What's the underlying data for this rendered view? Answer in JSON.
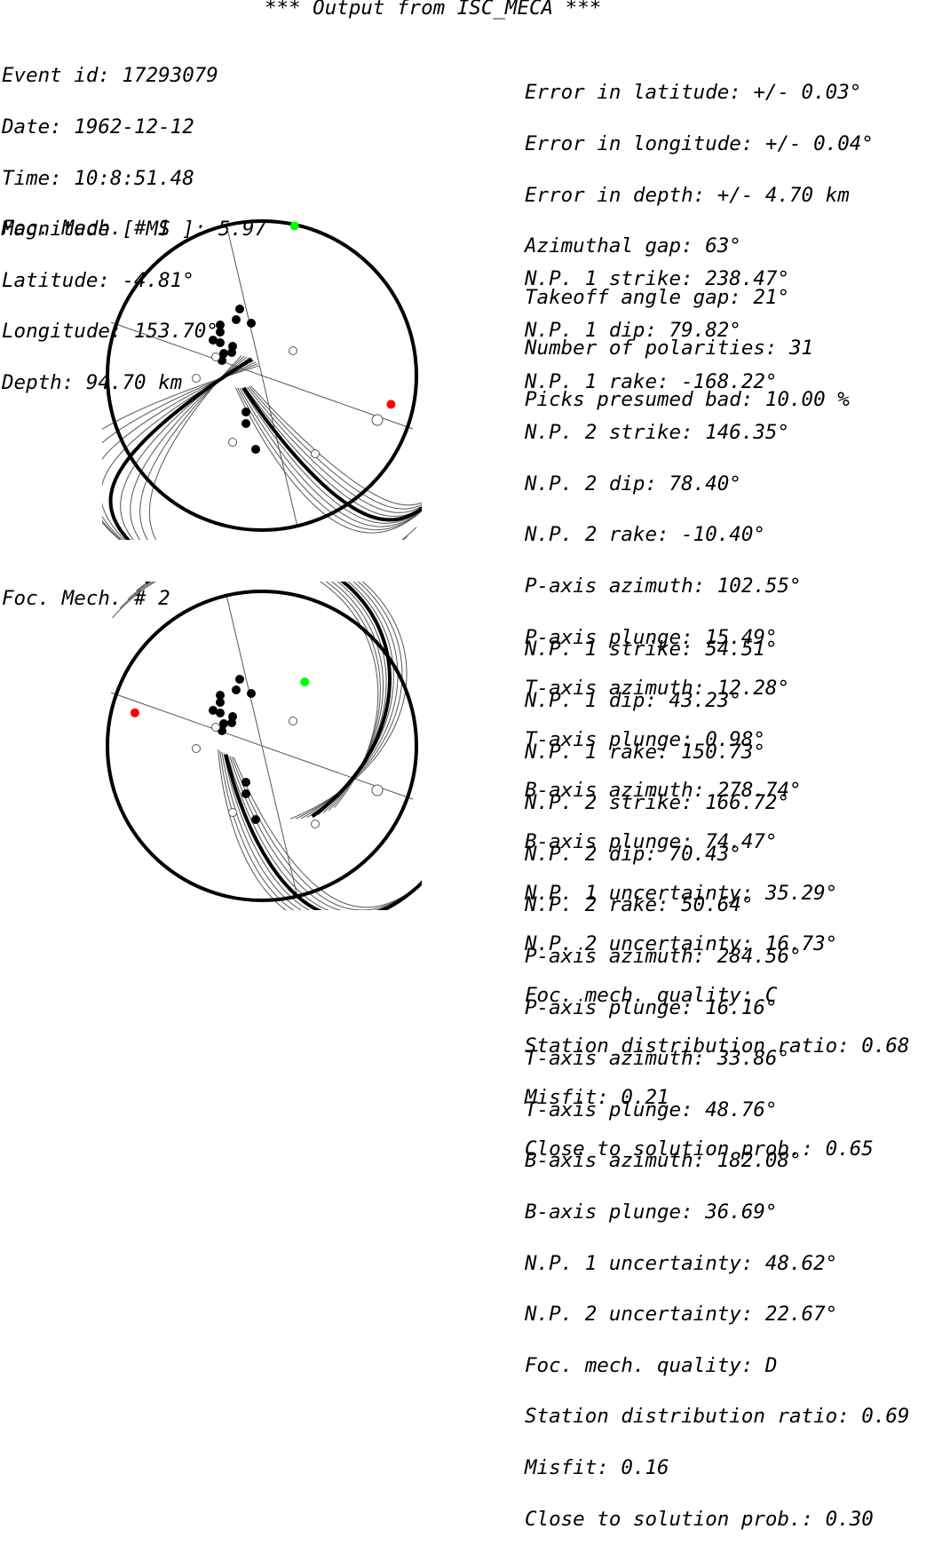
{
  "title": "*** Output from ISC_MECA ***",
  "event": [
    "Event id: 17293079",
    "Date: 1962-12-12",
    "Time: 10:8:51.48",
    "Magnitude [ MS ]: 5.97",
    "Latitude: -4.81°",
    "Longitude: 153.70°",
    "Depth: 94.70 km"
  ],
  "errors": [
    "Error in latitude: +/- 0.03°",
    "Error in longitude: +/- 0.04°",
    "Error in depth: +/- 4.70 km",
    "Azimuthal gap: 63°",
    "Takeoff angle gap: 21°",
    "Number of polarities: 31",
    "Picks presumed bad: 10.00 %"
  ],
  "mechanisms": [
    {
      "label": "Foc. Mech. # 1",
      "params": [
        "N.P. 1 strike: 238.47°",
        "N.P. 1 dip: 79.82°",
        "N.P. 1 rake: -168.22°",
        "N.P. 2 strike: 146.35°",
        "N.P. 2 dip: 78.40°",
        "N.P. 2 rake: -10.40°",
        "P-axis azimuth: 102.55°",
        "P-axis plunge: 15.49°",
        "T-axis azimuth: 12.28°",
        "T-axis plunge: 0.98°",
        "B-axis azimuth: 278.74°",
        "B-axis plunge: 74.47°",
        "N.P. 1 uncertainty: 35.29°",
        "N.P. 2 uncertainty: 16.73°",
        "Foc. mech. quality: C",
        "Station distribution ratio: 0.68",
        "Misfit: 0.21",
        "Close to solution prob.: 0.65"
      ],
      "np1": {
        "strike": 238.47,
        "dip": 79.82
      },
      "np2": {
        "strike": 146.35,
        "dip": 78.4
      },
      "p_axis": {
        "azimuth": 102.55,
        "plunge": 15.49
      },
      "t_axis": {
        "azimuth": 12.28,
        "plunge": 0.98
      }
    },
    {
      "label": "Foc. Mech. # 2",
      "params": [
        "N.P. 1 strike: 54.51°",
        "N.P. 1 dip: 43.23°",
        "N.P. 1 rake: 150.73°",
        "N.P. 2 strike: 166.72°",
        "N.P. 2 dip: 70.43°",
        "N.P. 2 rake: 50.64°",
        "P-axis azimuth: 284.56°",
        "P-axis plunge: 16.16°",
        "T-axis azimuth: 33.86°",
        "T-axis plunge: 48.76°",
        "B-axis azimuth: 182.08°",
        "B-axis plunge: 36.69°",
        "N.P. 1 uncertainty: 48.62°",
        "N.P. 2 uncertainty: 22.67°",
        "Foc. mech. quality: D",
        "Station distribution ratio: 0.69",
        "Misfit: 0.16",
        "Close to solution prob.: 0.30"
      ],
      "np1": {
        "strike": 54.51,
        "dip": 43.23
      },
      "np2": {
        "strike": 166.72,
        "dip": 70.43
      },
      "p_axis": {
        "azimuth": 284.56,
        "plunge": 16.16
      },
      "t_axis": {
        "azimuth": 33.86,
        "plunge": 48.76
      }
    }
  ],
  "colors": {
    "p_axis": "#ff0000",
    "t_axis": "#00ff00",
    "nodal": "#000000",
    "uncertainty": "#555555"
  }
}
